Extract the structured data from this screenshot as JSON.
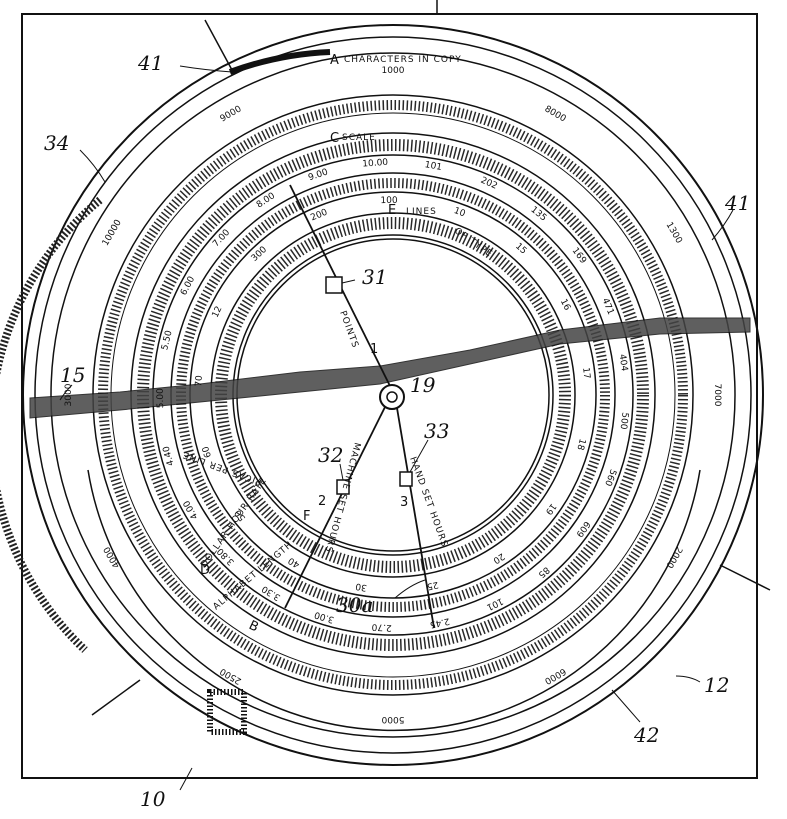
{
  "figure_labels": {
    "label_10": "10",
    "label_12": "12",
    "label_15": "15",
    "label_19": "19",
    "label_31": "31",
    "label_32": "32",
    "label_33": "33",
    "label_34": "34",
    "label_41_top": "41",
    "label_41_right": "41",
    "label_42": "42",
    "label_30a": "30a"
  },
  "scale_titles": {
    "a": "A",
    "a_text": "CHARACTERS IN COPY",
    "b": "B",
    "b_text": "ALPHABET LENGTH",
    "c": "C",
    "c_text": "SCALE",
    "d": "D",
    "d_text": "DOLLAR HOUR RATE",
    "e": "E",
    "e_text": "LINES",
    "f": "F",
    "f_text": "PICAS PER LINE",
    "type_text": "OF TYPE",
    "hand_hours": "HAND SET HOURS",
    "machine_hours": "MACHINE SET HOURS",
    "points": "POINTS"
  },
  "hand_marks": {
    "hand_1": "1",
    "hand_2": "2",
    "hand_3": "3"
  },
  "outer_scale_numbers": [
    "1000",
    "8000",
    "1300",
    "7000",
    "2000",
    "6000",
    "5000",
    "2500",
    "4000",
    "3000",
    "10000",
    "9000"
  ],
  "middle_scale_numbers": [
    "101",
    "202",
    "135",
    "169",
    "471",
    "404",
    "500",
    "560",
    "609",
    "85",
    "101",
    "2.45",
    "2.70",
    "3.00",
    "3.30",
    "3.80",
    "4.00",
    "4.40",
    "5.00",
    "5.50",
    "6.00",
    "7.00",
    "8.00",
    "9.00",
    "10.00"
  ],
  "inner_scale_numbers": [
    "10",
    "15",
    "16",
    "17",
    "18",
    "19",
    "20",
    "25",
    "30",
    "40",
    "50",
    "60",
    "70",
    "12",
    "300",
    "200",
    "100"
  ]
}
